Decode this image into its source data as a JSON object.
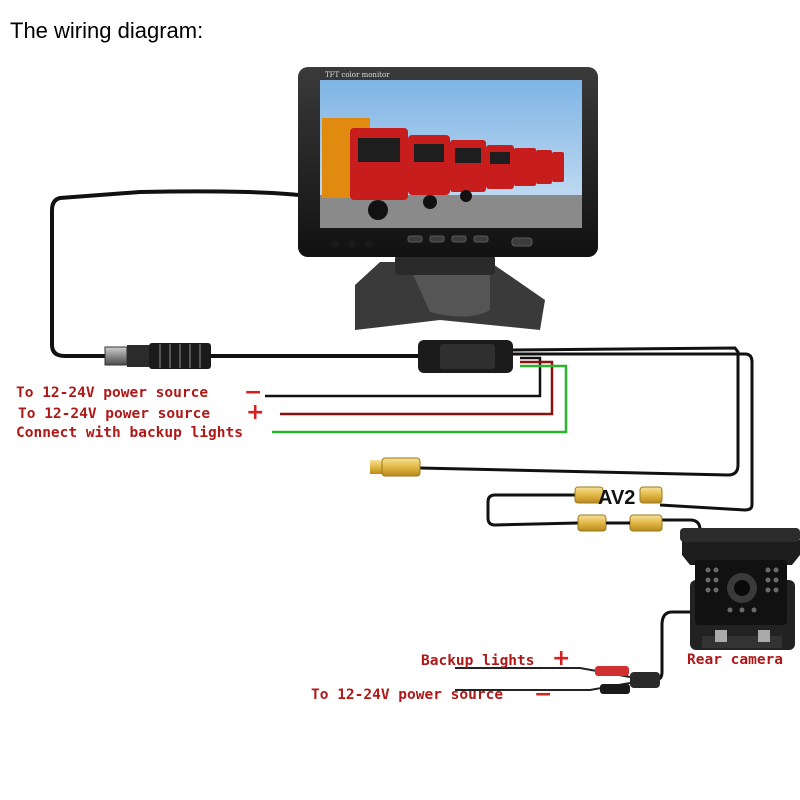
{
  "title": "The wiring diagram:",
  "monitor": {
    "brand_text": "TFT color monitor"
  },
  "labels": {
    "power_neg": "To 12-24V power source",
    "power_pos": "To 12-24V power source",
    "backup_lights": "Connect with backup lights",
    "av2": "AV2",
    "camera_backup": "Backup lights",
    "camera_power": "To 12-24V power source",
    "rear_camera": "Rear camera"
  },
  "symbols": {
    "minus": "−",
    "plus": "+"
  },
  "colors": {
    "label_red": "#b01818",
    "wire_black": "#111111",
    "wire_red": "#8a1010",
    "wire_green": "#2bb52b",
    "rca_yellow": "#e8c24a"
  }
}
